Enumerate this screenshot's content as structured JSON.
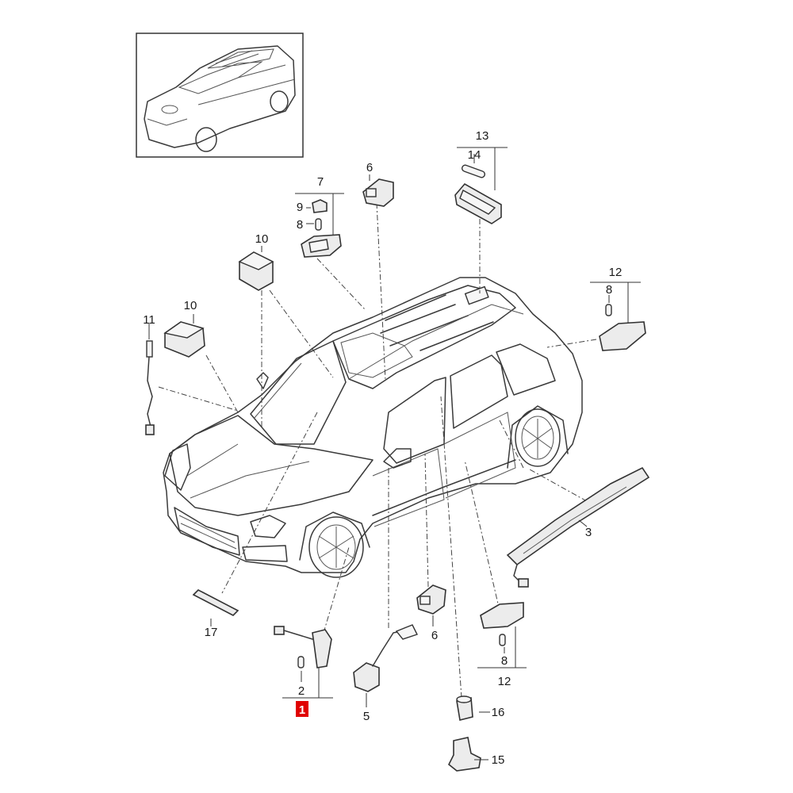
{
  "callouts": {
    "c1": "1",
    "c2": "2",
    "c3": "3",
    "c5": "5",
    "c6a": "6",
    "c6b": "6",
    "c7": "7",
    "c8a": "8",
    "c8b": "8",
    "c8c": "8",
    "c9": "9",
    "c10a": "10",
    "c10b": "10",
    "c11": "11",
    "c12a": "12",
    "c12b": "12",
    "c13": "13",
    "c14": "14",
    "c15": "15",
    "c16": "16",
    "c17": "17"
  },
  "colors": {
    "highlight": "#e00000",
    "line": "#333333",
    "background": "#ffffff"
  }
}
